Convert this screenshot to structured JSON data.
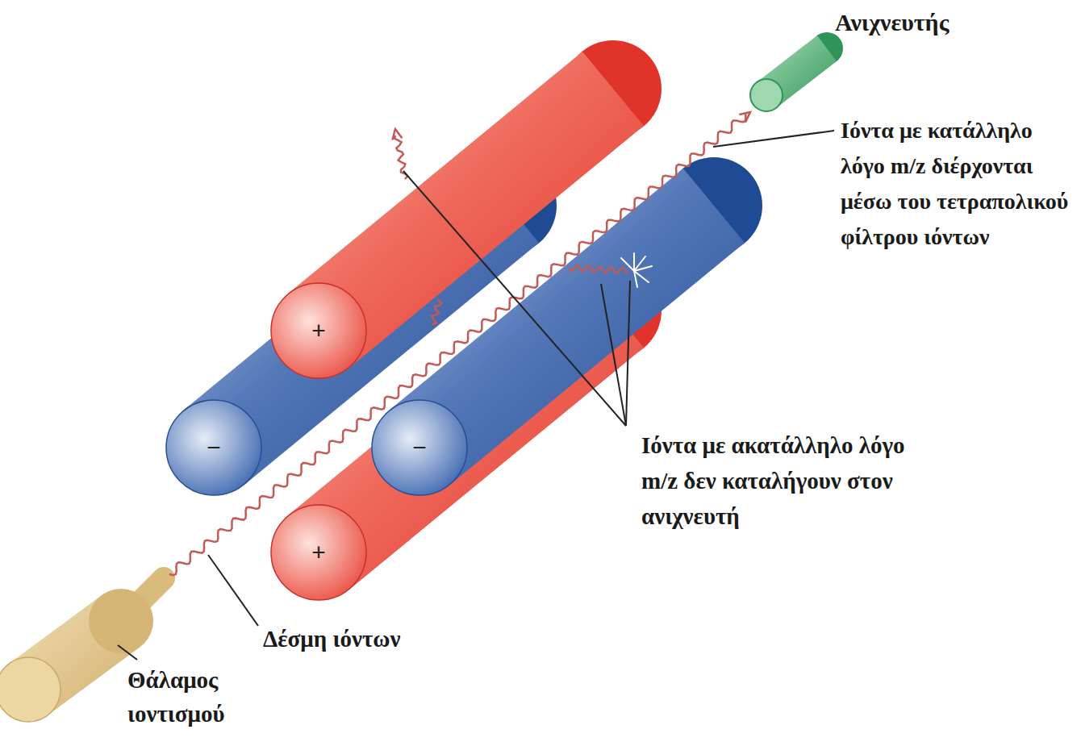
{
  "diagram": {
    "nodes": [
      {
        "text": [
          "+"
        ]
      },
      {
        "text": [
          "−"
        ]
      },
      {
        "text": [
          "−"
        ]
      },
      {
        "text": [
          "+"
        ]
      }
    ],
    "labels": [
      "Ανιχνευτής",
      "Ιόντα με κατάλληλο λόγο m/z διέρχονται μέσω του τετραπολικού φίλτρου ιόντων",
      "Ιόντα με ακατάλληλο λόγο m/z δεν καταλήγουν στον ανιχνευτή",
      "Δέσμη ιόντων",
      "Θάλαμος ιοντισμού"
    ]
  }
}
